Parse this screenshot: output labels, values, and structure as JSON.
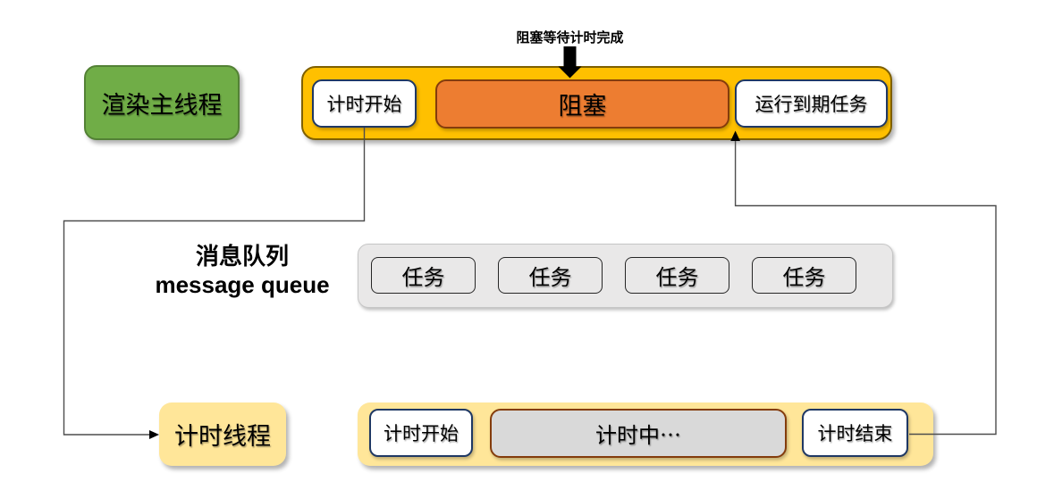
{
  "colors": {
    "green_fill": "#70AD47",
    "green_border": "#538135",
    "gold_fill": "#FFC000",
    "gold_border": "#7F6000",
    "orange_fill": "#ED7D31",
    "orange_border": "#843C0C",
    "navy_border": "#1F3864",
    "brown_border": "#843C0C",
    "lightyellow_fill": "#FFE699",
    "gray_fill": "#D9D9D9",
    "queue_fill": "#E9E8E8",
    "queue_border": "#C6C6C6",
    "task_border": "#262626",
    "line_color": "#4D4D4D",
    "arrow_color": "#000000"
  },
  "nodes": {
    "render_main_thread": {
      "label": "渲染主线程"
    },
    "timer_start_top": {
      "label": "计时开始"
    },
    "block": {
      "label": "阻塞"
    },
    "block_annotation": {
      "label": "阻塞等待计时完成"
    },
    "run_due_tasks": {
      "label": "运行到期任务"
    },
    "message_queue_label": {
      "line1": "消息队列",
      "line2": "message queue"
    },
    "tasks": [
      {
        "label": "任务"
      },
      {
        "label": "任务"
      },
      {
        "label": "任务"
      },
      {
        "label": "任务"
      }
    ],
    "timer_thread": {
      "label": "计时线程"
    },
    "timer_start_bottom": {
      "label": "计时开始"
    },
    "timing": {
      "label": "计时中⋯"
    },
    "timer_end": {
      "label": "计时结束"
    }
  }
}
